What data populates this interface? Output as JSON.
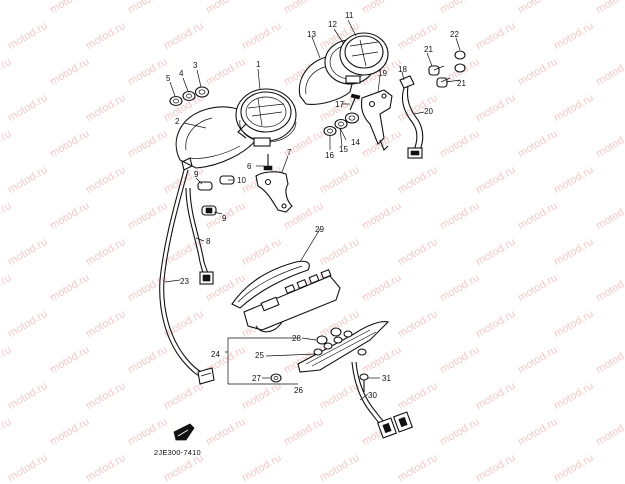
{
  "watermark": "motod.ru",
  "diagram_code": "2JE300-7410",
  "callouts": [
    "1",
    "2",
    "3",
    "4",
    "5",
    "6",
    "7",
    "8",
    "9",
    "10",
    "9",
    "11",
    "12",
    "13",
    "14",
    "15",
    "16",
    "17",
    "18",
    "19",
    "20",
    "21",
    "21",
    "22",
    "23",
    "24",
    "25",
    "26",
    "27",
    "28",
    "29",
    "30",
    "31"
  ],
  "colors": {
    "ink": "#111111",
    "watermark": "#f2c9c9",
    "background": "#ffffff"
  }
}
